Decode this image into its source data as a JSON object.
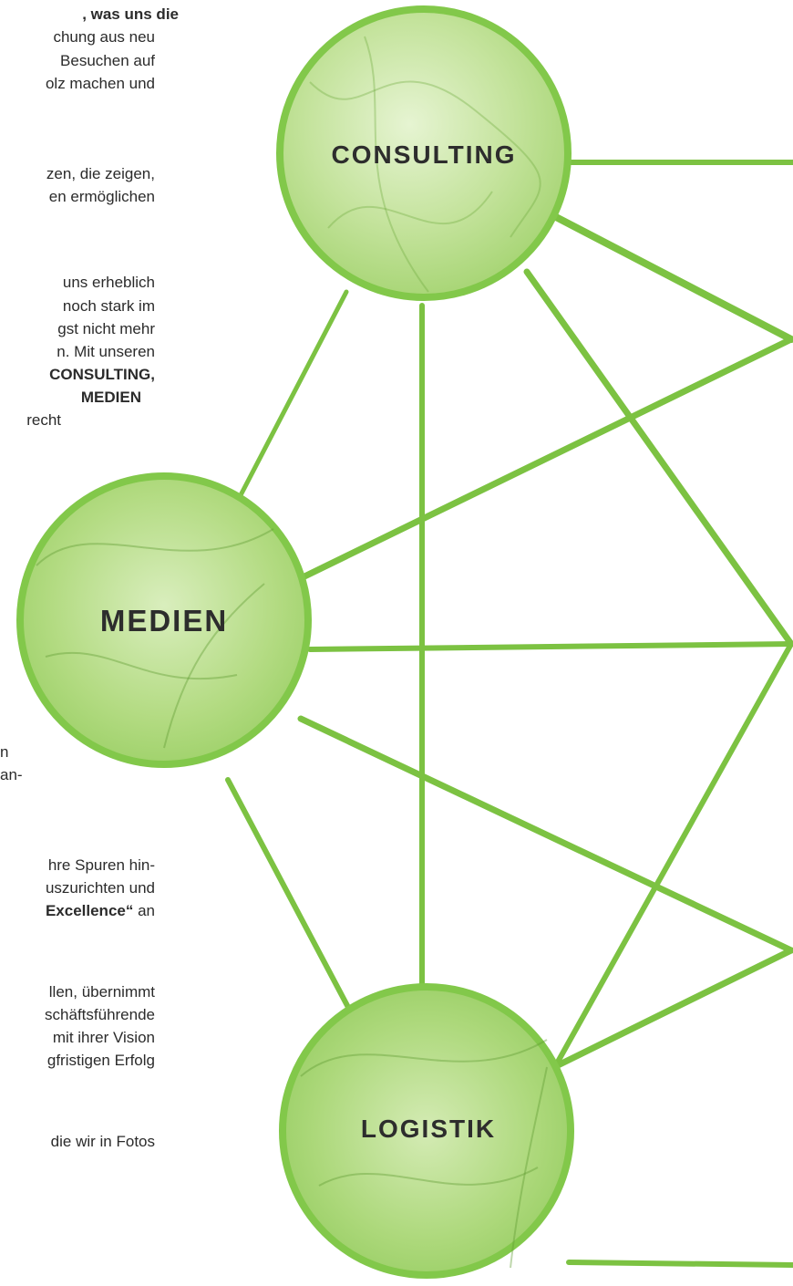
{
  "text_lines": [
    {
      "parts": [
        {
          "text": ", was uns die",
          "bold": true
        }
      ]
    },
    {
      "parts": [
        {
          "text": "chung aus neu",
          "bold": false
        }
      ]
    },
    {
      "parts": [
        {
          "text": "Besuchen auf",
          "bold": false
        }
      ]
    },
    {
      "parts": [
        {
          "text": "olz machen und",
          "bold": false
        }
      ]
    },
    {
      "parts": [
        {
          "text": "zen, die zeigen,",
          "bold": false
        }
      ]
    },
    {
      "parts": [
        {
          "text": "en ermöglichen",
          "bold": false
        }
      ]
    },
    {
      "parts": [
        {
          "text": "uns erheblich",
          "bold": false
        }
      ]
    },
    {
      "parts": [
        {
          "text": "noch stark im",
          "bold": false
        }
      ]
    },
    {
      "parts": [
        {
          "text": "gst nicht mehr",
          "bold": false
        }
      ]
    },
    {
      "parts": [
        {
          "text": "n. Mit unseren",
          "bold": false
        }
      ]
    },
    {
      "parts": [
        {
          "text": "CONSULTING,",
          "bold": true
        }
      ]
    },
    {
      "parts": [
        {
          "text": "MEDIEN",
          "bold": true
        }
      ]
    },
    {
      "parts": [
        {
          "text": "recht",
          "bold": false
        }
      ]
    },
    {
      "parts": [
        {
          "text": "n",
          "bold": false
        }
      ]
    },
    {
      "parts": [
        {
          "text": "an-",
          "bold": false
        }
      ]
    },
    {
      "parts": [
        {
          "text": "hre Spuren hin-",
          "bold": false
        }
      ]
    },
    {
      "parts": [
        {
          "text": "uszurichten und",
          "bold": false
        }
      ]
    },
    {
      "parts": [
        {
          "text": "Excellence“",
          "bold": true
        },
        {
          "text": " an",
          "bold": false
        }
      ]
    },
    {
      "parts": [
        {
          "text": "llen, übernimmt",
          "bold": false
        }
      ]
    },
    {
      "parts": [
        {
          "text": "schäftsführende",
          "bold": false
        }
      ]
    },
    {
      "parts": [
        {
          "text": "mit ihrer Vision",
          "bold": false
        }
      ]
    },
    {
      "parts": [
        {
          "text": "gfristigen Erfolg",
          "bold": false
        }
      ]
    },
    {
      "parts": [
        {
          "text": "die wir in Fotos",
          "bold": false
        }
      ]
    }
  ],
  "nodes": {
    "consulting": {
      "label": "CONSULTING"
    },
    "medien": {
      "label": "MEDIEN"
    },
    "logistik": {
      "label": "LOGISTIK"
    }
  },
  "colors": {
    "line_green": "#7cc242",
    "circle_border": "#82c84a",
    "circle_fill_light": "#d6ecb8",
    "circle_fill_dark": "#a3d36f",
    "text": "#2b2b2b",
    "label": "#2d2d2d"
  }
}
